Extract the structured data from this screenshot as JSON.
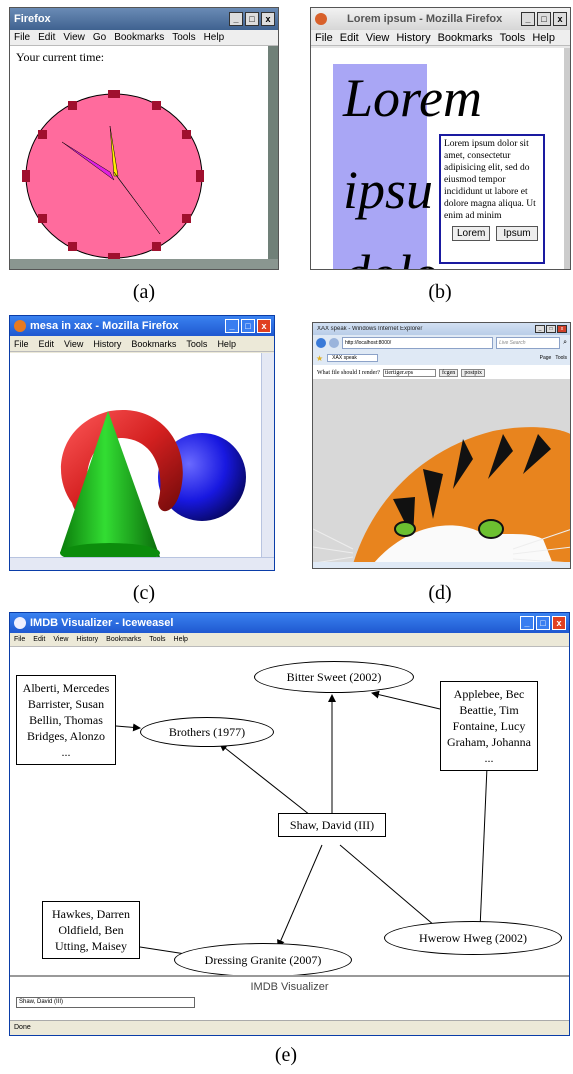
{
  "panel_a": {
    "title": "Firefox",
    "menu": [
      "File",
      "Edit",
      "View",
      "Go",
      "Bookmarks",
      "Tools",
      "Help"
    ],
    "content_text": "Your current time:",
    "caption": "(a)"
  },
  "panel_b": {
    "title": "Lorem ipsum - Mozilla Firefox",
    "menu": [
      "File",
      "Edit",
      "View",
      "History",
      "Bookmarks",
      "Tools",
      "Help"
    ],
    "big_words": [
      "Lorem",
      "ipsu",
      "dolo"
    ],
    "paragraph": "Lorem ipsum dolor sit amet, consectetur adipisicing elit, sed do eiusmod tempor incididunt ut labore et dolore magna aliqua. Ut enim ad minim",
    "button1": "Lorem",
    "button2": "Ipsum",
    "caption": "(b)"
  },
  "panel_c": {
    "title": "mesa in xax - Mozilla Firefox",
    "menu": [
      "File",
      "Edit",
      "View",
      "History",
      "Bookmarks",
      "Tools",
      "Help"
    ],
    "caption": "(c)"
  },
  "panel_d": {
    "title": "XAX speak - Windows Internet Explorer",
    "address": "http://localhost:8000/",
    "search_placeholder": "Live Search",
    "tab": "XAX speak",
    "toolbar_right": [
      "Page",
      "Tools"
    ],
    "prompt": "What file should I render?",
    "file_value": "tiertiger.eps",
    "btn1": "fcgen",
    "btn2": "postpix",
    "caption": "(d)"
  },
  "panel_e": {
    "title": "IMDB Visualizer - Iceweasel",
    "menu": [
      "File",
      "Edit",
      "View",
      "History",
      "Bookmarks",
      "Tools",
      "Help"
    ],
    "cast_box_1": [
      "Alberti, Mercedes",
      "Barrister, Susan",
      "Bellin, Thomas",
      "Bridges, Alonzo",
      "..."
    ],
    "cast_box_2": [
      "Applebee, Bec",
      "Beattie, Tim",
      "Fontaine, Lucy",
      "Graham, Johanna",
      "..."
    ],
    "cast_box_3": [
      "Hawkes, Darren",
      "Oldfield, Ben",
      "Utting, Maisey"
    ],
    "movie_1": "Bitter Sweet (2002)",
    "movie_2": "Brothers (1977)",
    "movie_3": "Dressing Granite (2007)",
    "movie_4": "Hwerow Hweg (2002)",
    "actor": "Shaw, David (III)",
    "footer_title": "IMDB Visualizer",
    "input_value": "Shaw, David (III)",
    "status": "Done",
    "caption": "(e)"
  },
  "colors": {
    "clock_face": "#ff6b9d",
    "clock_marks": "#a0102e",
    "lorem_blue": "#a9a6f5",
    "box_border": "#1a1aa0",
    "xp_blue": "#2c64d6",
    "torus": "#d42020",
    "cone": "#22c422",
    "sphere": "#1818e0"
  }
}
